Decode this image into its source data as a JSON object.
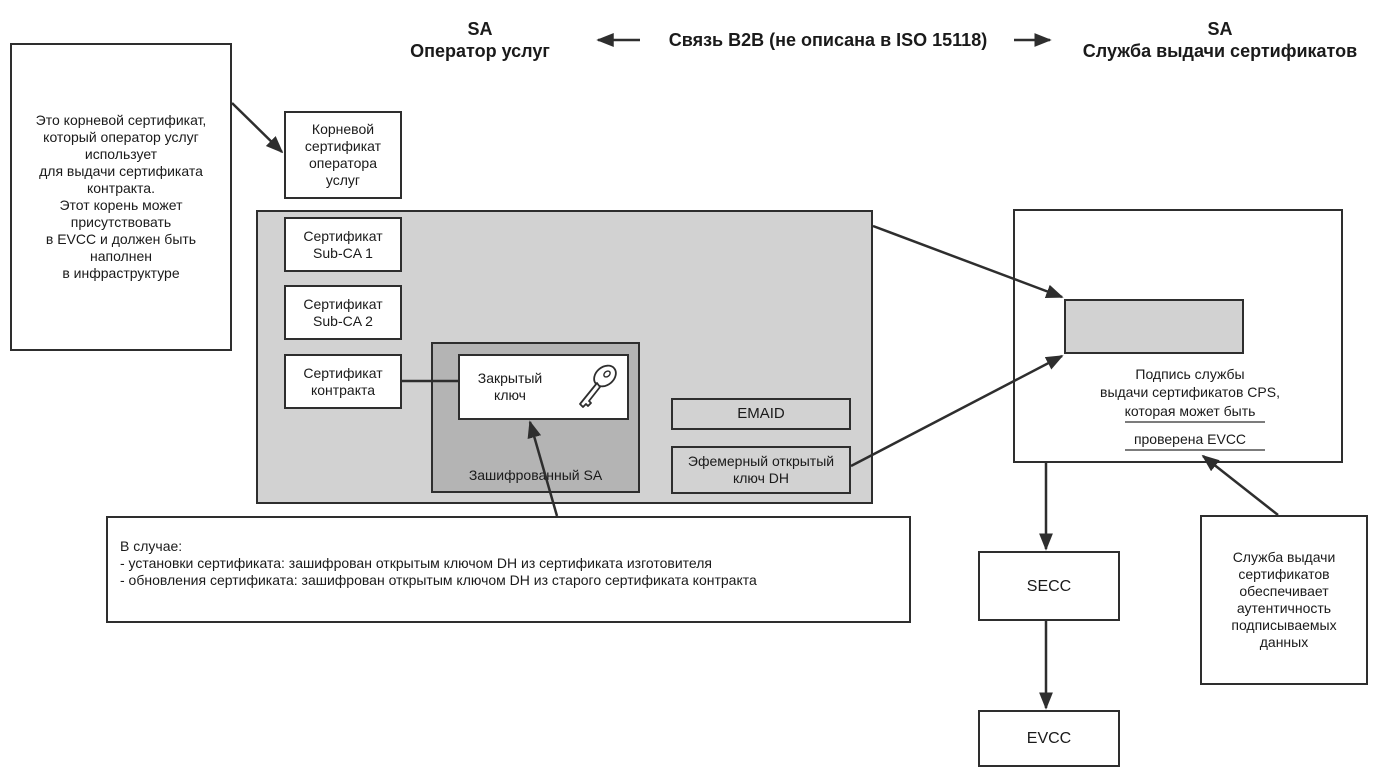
{
  "header": {
    "left_sa": "SA",
    "left_title": "Оператор услуг",
    "middle": "Связь B2B (не описана в ISO 15118)",
    "right_sa": "SA",
    "right_title": "Служба выдачи сертификатов"
  },
  "note_root": "Это корневой сертификат,\nкоторый оператор услуг\nиспользует\nдля выдачи сертификата\nконтракта.\nЭтот корень может\nприсутствовать\nв EVCC и должен быть\nнаполнен\nв инфраструктуре",
  "root_cert": "Корневой\nсертификат\nоператора\nуслуг",
  "sub_ca1": "Сертификат\nSub-CA 1",
  "sub_ca2": "Сертификат\nSub-CA 2",
  "contract_cert": "Сертификат\nконтракта",
  "private_key": "Закрытый\nключ",
  "encrypted_sa": "Зашифрованный SA",
  "emaid": "EMAID",
  "dh_key": "Эфемерный открытый\nключ DH",
  "cps_sig_line1": "Подпись службы",
  "cps_sig_line2": "выдачи сертификатов CPS,",
  "cps_sig_line3": "которая может быть",
  "cps_sig_line4": "проверена EVCC",
  "case_note": {
    "title": "В случае:",
    "line1": "- установки сертификата: зашифрован открытым ключом DH из сертификата изготовителя",
    "line2": "- обновления сертификата: зашифрован открытым ключом DH из старого сертификата контракта"
  },
  "secc": "SECC",
  "evcc": "EVCC",
  "service_note": "Служба выдачи\nсертификатов\nобеспечивает\nаутентичность\nподписываемых\nданных",
  "colors": {
    "outline": "#2e2e2e",
    "container": "#d2d2d2",
    "inner_container": "#b4b4b4"
  }
}
